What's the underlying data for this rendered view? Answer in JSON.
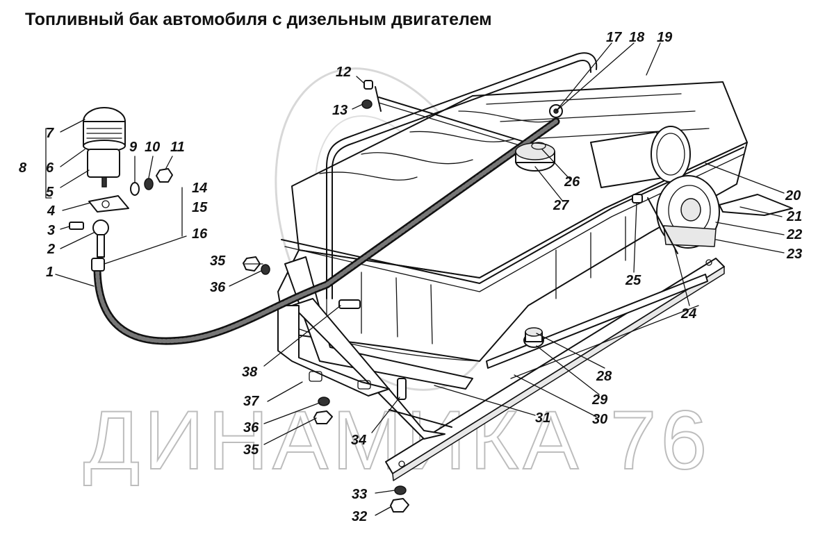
{
  "title": "Топливный бак автомобиля с дизельным двигателем",
  "watermark": "ДИНАМИКА 76",
  "callouts": {
    "c1": "1",
    "c2": "2",
    "c3": "3",
    "c4": "4",
    "c5": "5",
    "c6": "6",
    "c7": "7",
    "c8": "8",
    "c9": "9",
    "c10": "10",
    "c11": "11",
    "c12": "12",
    "c13": "13",
    "c14": "14",
    "c15": "15",
    "c16": "16",
    "c17": "17",
    "c18": "18",
    "c19": "19",
    "c20": "20",
    "c21": "21",
    "c22": "22",
    "c23": "23",
    "c24": "24",
    "c25": "25",
    "c26": "26",
    "c27": "27",
    "c28": "28",
    "c29": "29",
    "c30": "30",
    "c31": "31",
    "c32": "32",
    "c33": "33",
    "c34": "34",
    "c35a": "35",
    "c35b": "35",
    "c36a": "36",
    "c36b": "36",
    "c37": "37",
    "c38": "38"
  }
}
